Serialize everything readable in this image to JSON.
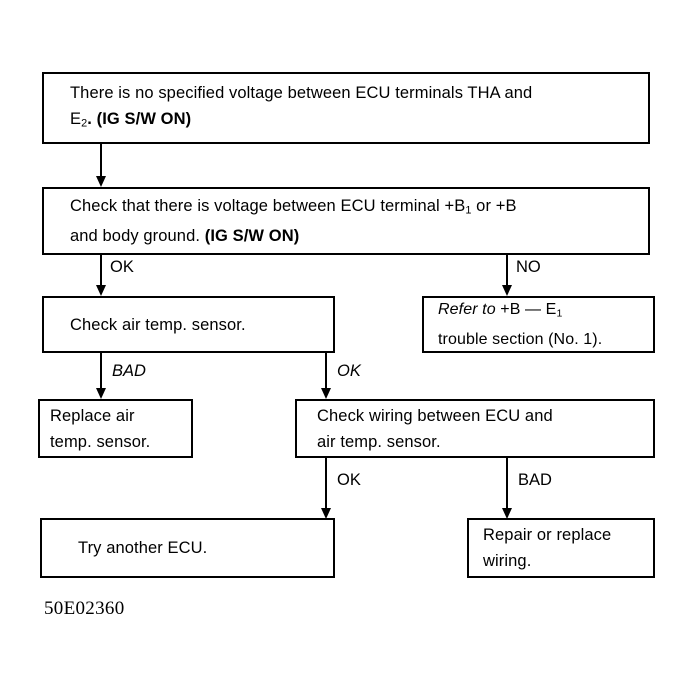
{
  "diagram": {
    "title": "ECU air temp. sensor voltage troubleshooting flowchart",
    "caption": "50E02360",
    "line_color": "#000000",
    "background_color": "#ffffff",
    "nodes": [
      {
        "id": "no-voltage",
        "text_line1": "There is no specified voltage between ECU terminals THA and",
        "text_line2_plain": "E",
        "text_line2_sub": "2",
        "text_line2_bold": ". (IG S/W ON)"
      },
      {
        "id": "check-voltage",
        "text_line1_a": "Check that there is voltage between ECU terminal +B",
        "text_line1_sub": "1",
        "text_line1_b": " or  +B",
        "text_line2_plain": "and body ground. ",
        "text_line2_bold": "(IG S/W ON)"
      },
      {
        "id": "check-sensor",
        "text": "Check air temp. sensor."
      },
      {
        "id": "refer",
        "text_italic": "Refer to ",
        "text_line1_rest_a": "+B  —  E",
        "text_line1_sub": "1",
        "text_line2": "trouble section (No. 1)."
      },
      {
        "id": "replace",
        "text": "Replace air\ntemp. sensor."
      },
      {
        "id": "check-wiring",
        "text": "Check wiring between ECU and\nair temp. sensor."
      },
      {
        "id": "try-ecu",
        "text": "Try another ECU."
      },
      {
        "id": "repair",
        "text": "Repair or replace\nwiring."
      }
    ],
    "edge_labels": {
      "ok_after_voltage_check": "OK",
      "no_after_voltage_check": "NO",
      "bad_after_sensor_check": "BAD",
      "ok_after_sensor_check": "OK",
      "ok_after_wiring_check": "OK",
      "bad_after_wiring_check": "BAD"
    }
  }
}
